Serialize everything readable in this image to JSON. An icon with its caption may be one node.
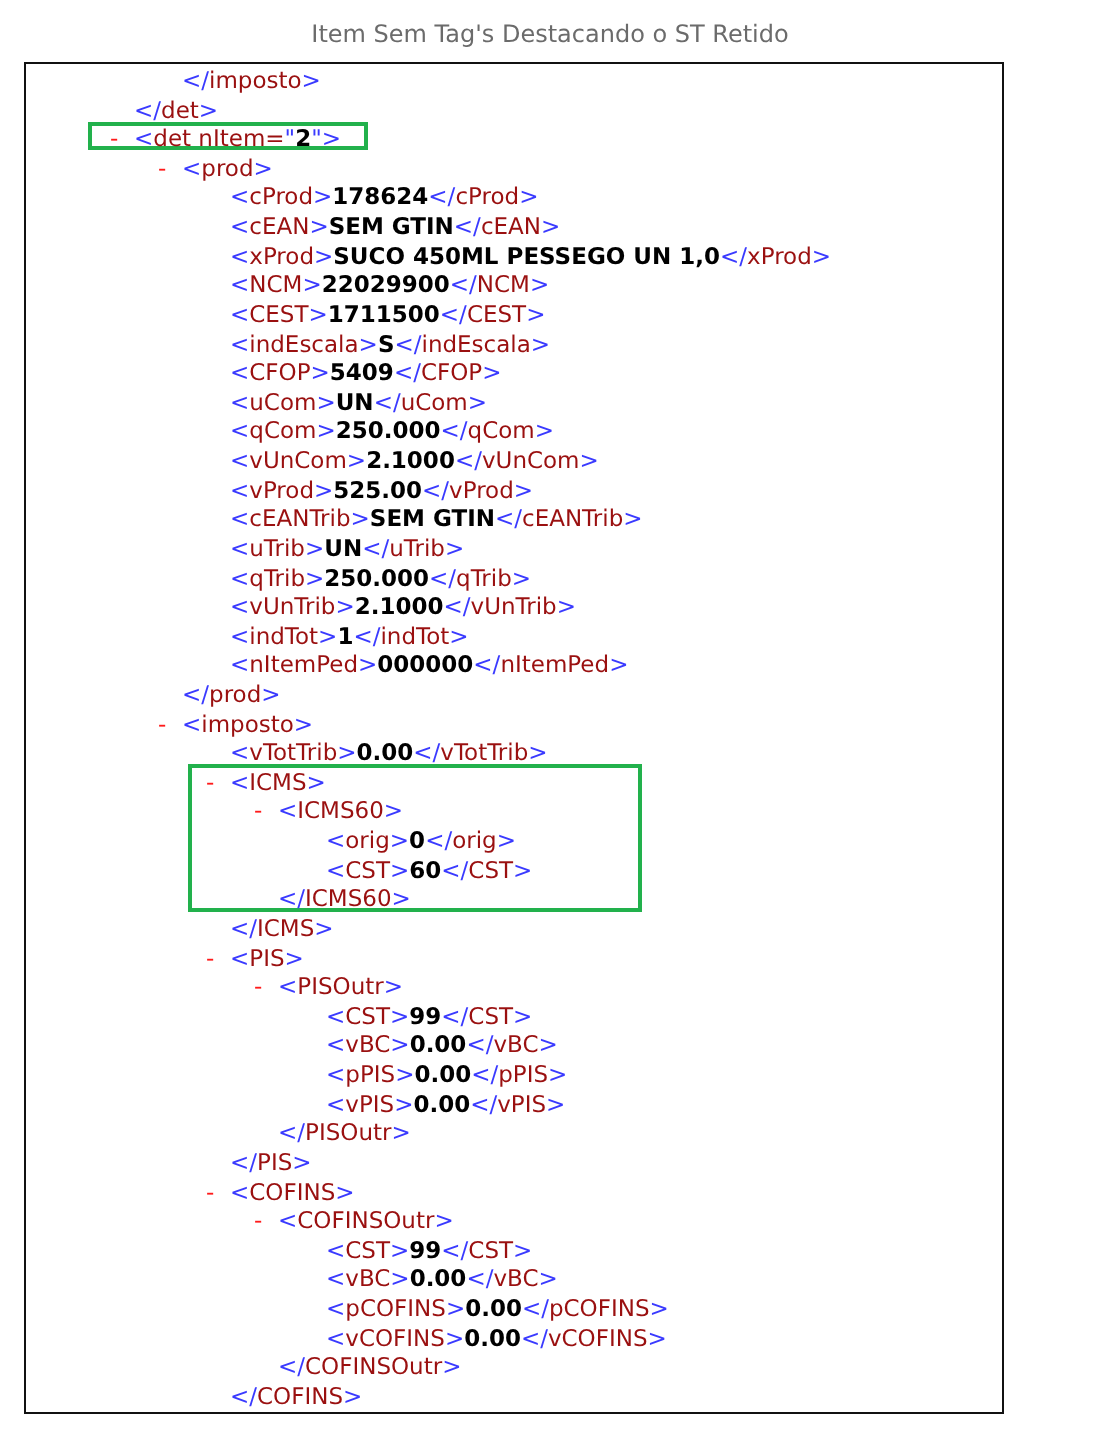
{
  "diagram": {
    "title": "Item Sem Tag's Destacando o ST Retido",
    "nodes": [
      {
        "text": [
          "- <det nItem=\"2\">"
        ]
      },
      {
        "text": [
          "- <ICMS>",
          "- <ICMS60>",
          "<orig>0</orig>",
          "<CST>60</CST>",
          "</ICMS60>"
        ]
      }
    ],
    "labels": [
      "</imposto>",
      "</det>",
      "- <prod>",
      "<cProd>178624</cProd>",
      "<cEAN>SEM GTIN</cEAN>",
      "<xProd>SUCO 450ML PESSEGO UN 1,0</xProd>",
      "<NCM>22029900</NCM>",
      "<CEST>1711500</CEST>",
      "<indEscala>S</indEscala>",
      "<CFOP>5409</CFOP>",
      "<uCom>UN</uCom>",
      "<qCom>250.000</qCom>",
      "<vUnCom>2.1000</vUnCom>",
      "<vProd>525.00</vProd>",
      "<cEANTrib>SEM GTIN</cEANTrib>",
      "<uTrib>UN</uTrib>",
      "<qTrib>250.000</qTrib>",
      "<vUnTrib>2.1000</vUnTrib>",
      "<indTot>1</indTot>",
      "<nItemPed>000000</nItemPed>",
      "</prod>",
      "- <imposto>",
      "<vTotTrib>0.00</vTotTrib>",
      "</ICMS>",
      "- <PIS>",
      "- <PISOutr>",
      "<CST>99</CST>",
      "<vBC>0.00</vBC>",
      "<pPIS>0.00</pPIS>",
      "<vPIS>0.00</vPIS>",
      "</PISOutr>",
      "</PIS>",
      "- <COFINS>",
      "- <COFINSOutr>",
      "<CST>99</CST>",
      "<vBC>0.00</vBC>",
      "<pCOFINS>0.00</pCOFINS>",
      "<vCOFINS>0.00</vCOFINS>",
      "</COFINSOutr>",
      "</COFINS>"
    ]
  }
}
